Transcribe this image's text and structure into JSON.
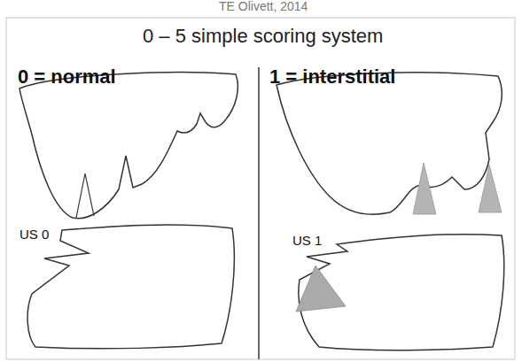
{
  "diagram": {
    "title": "0 – 5 simple scoring system",
    "labels": [
      "TE Olivett, 2014",
      "0 = normal",
      "1 = interstitial",
      "US 0",
      "US 1"
    ]
  }
}
